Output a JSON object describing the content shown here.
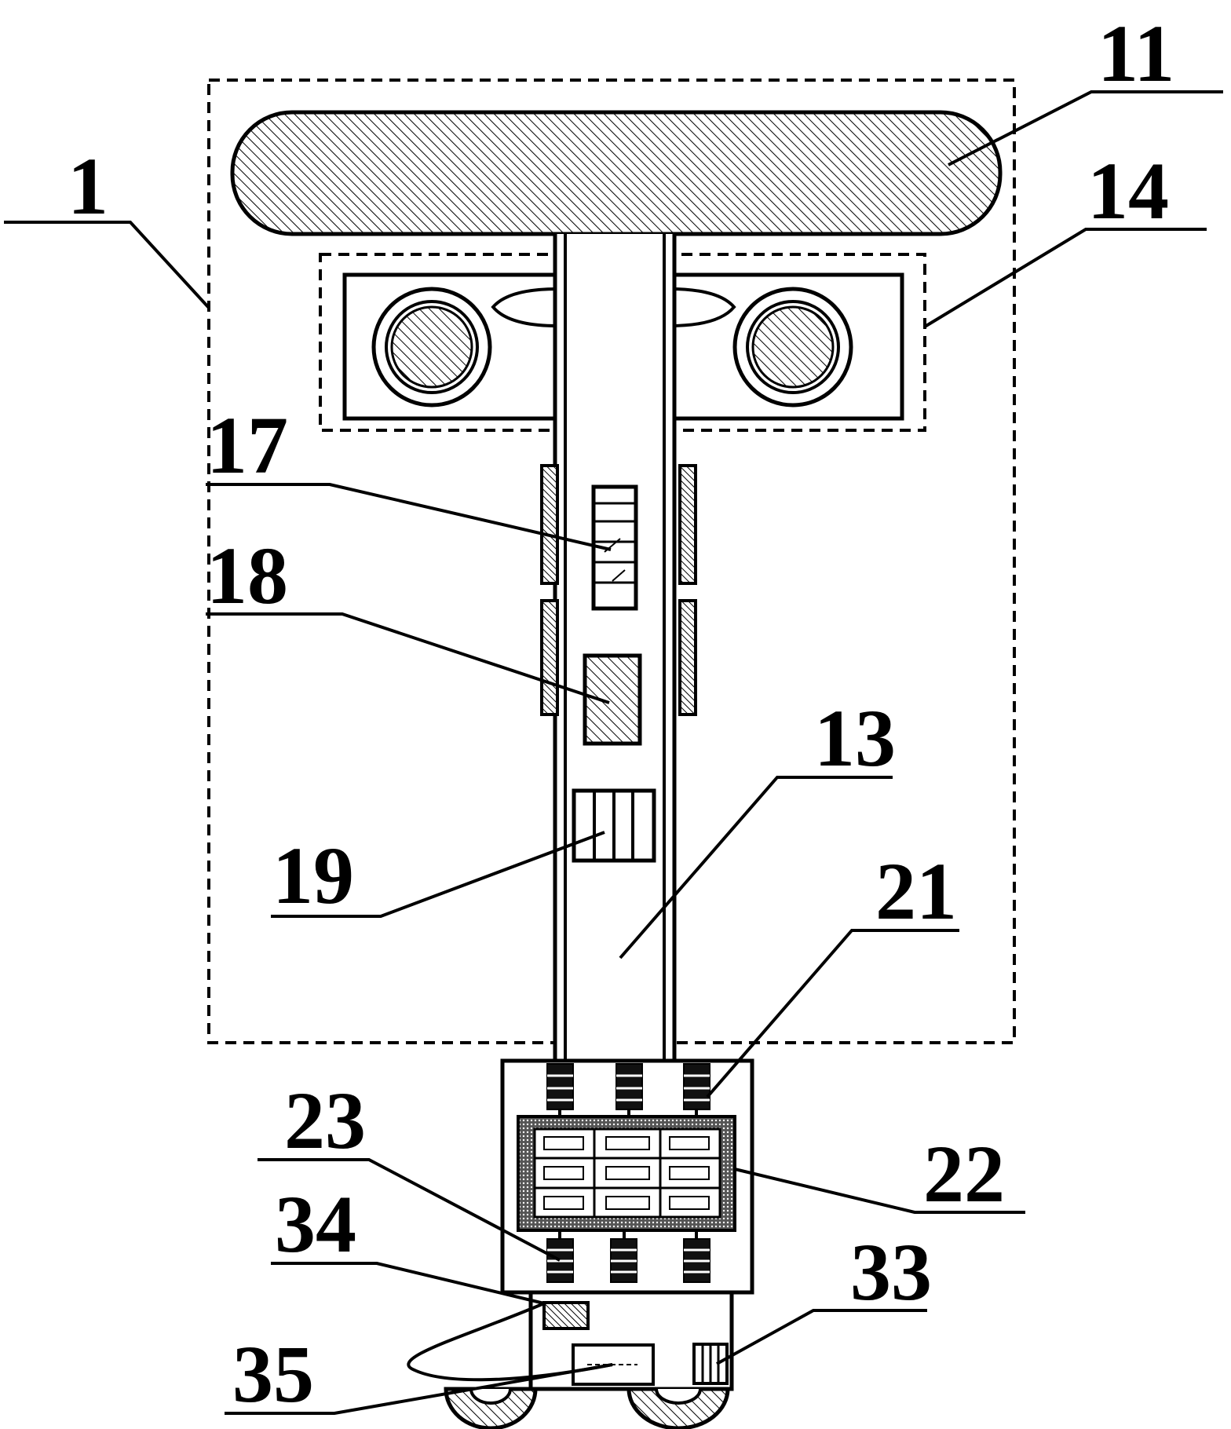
{
  "labels": {
    "l1": "1",
    "l11": "11",
    "l14": "14",
    "l17": "17",
    "l18": "18",
    "l13": "13",
    "l19": "19",
    "l21": "21",
    "l23": "23",
    "l22": "22",
    "l34": "34",
    "l33": "33",
    "l35": "35"
  }
}
